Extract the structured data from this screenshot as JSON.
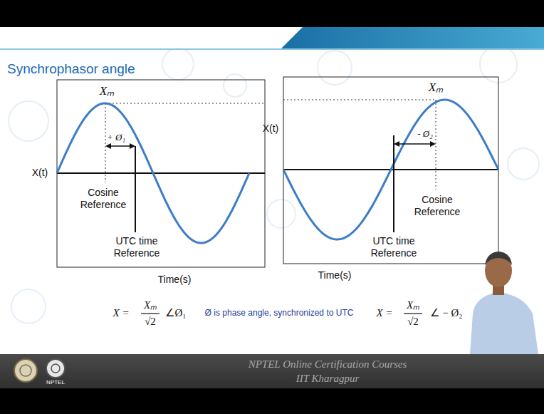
{
  "diagram": {
    "title": "Synchrophasor angle",
    "labels": [
      "Xₘ",
      "+ Ø₁",
      "X(t)",
      "Cosine Reference",
      "UTC time Reference",
      "Time(s)",
      "X =",
      "Xₘ",
      "√2",
      "∠Ø₁",
      "Ø is phase angle, synchronized to UTC",
      "Xₘ",
      "X(t)",
      "- Ø₂",
      "Cosine Reference",
      "UTC time Reference",
      "Time(s)",
      "X =",
      "Xₘ",
      "√2",
      "∠ − Ø₂",
      "NPTEL Online Certification Courses",
      "IIT Kharagpur",
      "NPTEL"
    ]
  }
}
